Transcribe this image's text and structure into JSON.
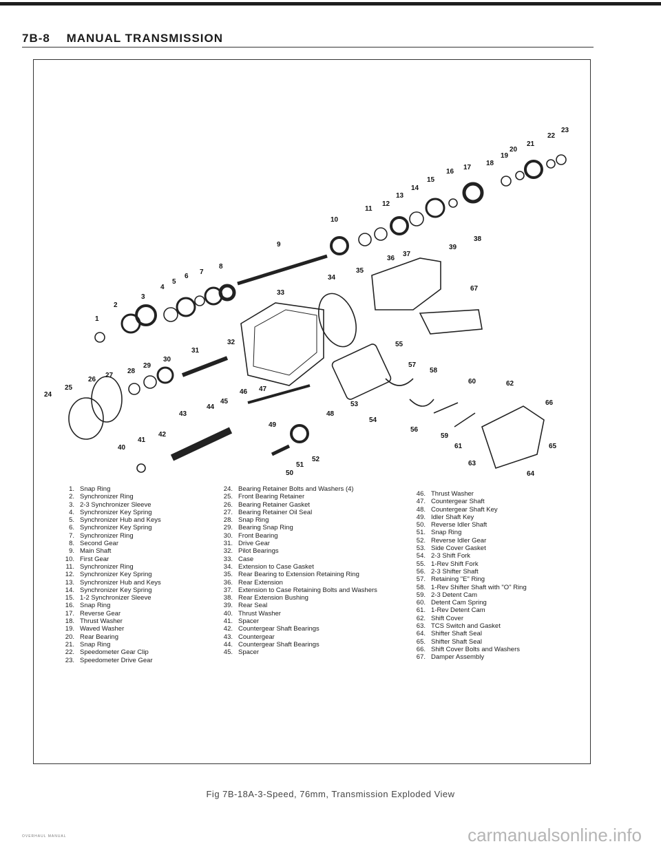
{
  "header": {
    "section": "7B-8",
    "title": "MANUAL TRANSMISSION"
  },
  "figure": {
    "caption": "Fig 7B-18A-3-Speed, 76mm, Transmission Exploded View",
    "legend_columns": [
      [
        {
          "num": "1.",
          "label": "Snap Ring"
        },
        {
          "num": "2.",
          "label": "Synchronizer Ring"
        },
        {
          "num": "3.",
          "label": "2-3 Synchronizer Sleeve"
        },
        {
          "num": "4.",
          "label": "Synchronizer Key Spring"
        },
        {
          "num": "5.",
          "label": "Synchronizer Hub and Keys"
        },
        {
          "num": "6.",
          "label": "Synchronizer Key Spring"
        },
        {
          "num": "7.",
          "label": "Synchronizer Ring"
        },
        {
          "num": "8.",
          "label": "Second Gear"
        },
        {
          "num": "9.",
          "label": "Main Shaft"
        },
        {
          "num": "10.",
          "label": "First Gear"
        },
        {
          "num": "11.",
          "label": "Synchronizer Ring"
        },
        {
          "num": "12.",
          "label": "Synchronizer Key Spring"
        },
        {
          "num": "13.",
          "label": "Synchronizer Hub and Keys"
        },
        {
          "num": "14.",
          "label": "Synchronizer Key Spring"
        },
        {
          "num": "15.",
          "label": "1-2 Synchronizer Sleeve"
        },
        {
          "num": "16.",
          "label": "Snap Ring"
        },
        {
          "num": "17.",
          "label": "Reverse Gear"
        },
        {
          "num": "18.",
          "label": "Thrust Washer"
        },
        {
          "num": "19.",
          "label": "Waved Washer"
        },
        {
          "num": "20.",
          "label": "Rear Bearing"
        },
        {
          "num": "21.",
          "label": "Snap Ring"
        },
        {
          "num": "22.",
          "label": "Speedometer Gear Clip"
        },
        {
          "num": "23.",
          "label": "Speedometer Drive Gear"
        }
      ],
      [
        {
          "num": "24.",
          "label": "Bearing Retainer Bolts and Washers (4)"
        },
        {
          "num": "25.",
          "label": "Front Bearing Retainer"
        },
        {
          "num": "26.",
          "label": "Bearing Retainer Gasket"
        },
        {
          "num": "27.",
          "label": "Bearing Retainer Oil Seal"
        },
        {
          "num": "28.",
          "label": "Snap Ring"
        },
        {
          "num": "29.",
          "label": "Bearing Snap Ring"
        },
        {
          "num": "30.",
          "label": "Front Bearing"
        },
        {
          "num": "31.",
          "label": "Drive Gear"
        },
        {
          "num": "32.",
          "label": "Pilot Bearings"
        },
        {
          "num": "33.",
          "label": "Case"
        },
        {
          "num": "34.",
          "label": "Extension to Case Gasket"
        },
        {
          "num": "35.",
          "label": "Rear Bearing to Extension Retaining Ring"
        },
        {
          "num": "36.",
          "label": "Rear Extension"
        },
        {
          "num": "37.",
          "label": "Extension to Case Retaining Bolts and Washers"
        },
        {
          "num": "38.",
          "label": "Rear Extension Bushing"
        },
        {
          "num": "39.",
          "label": "Rear Seal"
        },
        {
          "num": "40.",
          "label": "Thrust Washer"
        },
        {
          "num": "41.",
          "label": "Spacer"
        },
        {
          "num": "42.",
          "label": "Countergear Shaft Bearings"
        },
        {
          "num": "43.",
          "label": "Countergear"
        },
        {
          "num": "44.",
          "label": "Countergear Shaft Bearings"
        },
        {
          "num": "45.",
          "label": "Spacer"
        }
      ],
      [
        {
          "num": "46.",
          "label": "Thrust Washer"
        },
        {
          "num": "47.",
          "label": "Countergear Shaft"
        },
        {
          "num": "48.",
          "label": "Countergear Shaft Key"
        },
        {
          "num": "49.",
          "label": "Idler Shaft Key"
        },
        {
          "num": "50.",
          "label": "Reverse Idler Shaft"
        },
        {
          "num": "51.",
          "label": "Snap Ring"
        },
        {
          "num": "52.",
          "label": "Reverse Idler Gear"
        },
        {
          "num": "53.",
          "label": "Side Cover Gasket"
        },
        {
          "num": "54.",
          "label": "2-3 Shift Fork"
        },
        {
          "num": "55.",
          "label": "1-Rev Shift Fork"
        },
        {
          "num": "56.",
          "label": "2-3 Shifter Shaft"
        },
        {
          "num": "57.",
          "label": "Retaining \"E\" Ring"
        },
        {
          "num": "58.",
          "label": "1-Rev Shifter Shaft with \"O\" Ring"
        },
        {
          "num": "59.",
          "label": "2-3 Detent Cam"
        },
        {
          "num": "60.",
          "label": "Detent Cam Spring"
        },
        {
          "num": "61.",
          "label": "1-Rev Detent Cam"
        },
        {
          "num": "62.",
          "label": "Shift Cover"
        },
        {
          "num": "63.",
          "label": "TCS Switch and Gasket"
        },
        {
          "num": "64.",
          "label": "Shifter Shaft Seal"
        },
        {
          "num": "65.",
          "label": "Shifter Shaft Seal"
        },
        {
          "num": "66.",
          "label": "Shift Cover Bolts and Washers"
        },
        {
          "num": "67.",
          "label": "Damper Assembly"
        }
      ]
    ]
  },
  "footer": {
    "text": "OVERHAUL MANUAL"
  },
  "watermark": "carmanualsonline.info"
}
